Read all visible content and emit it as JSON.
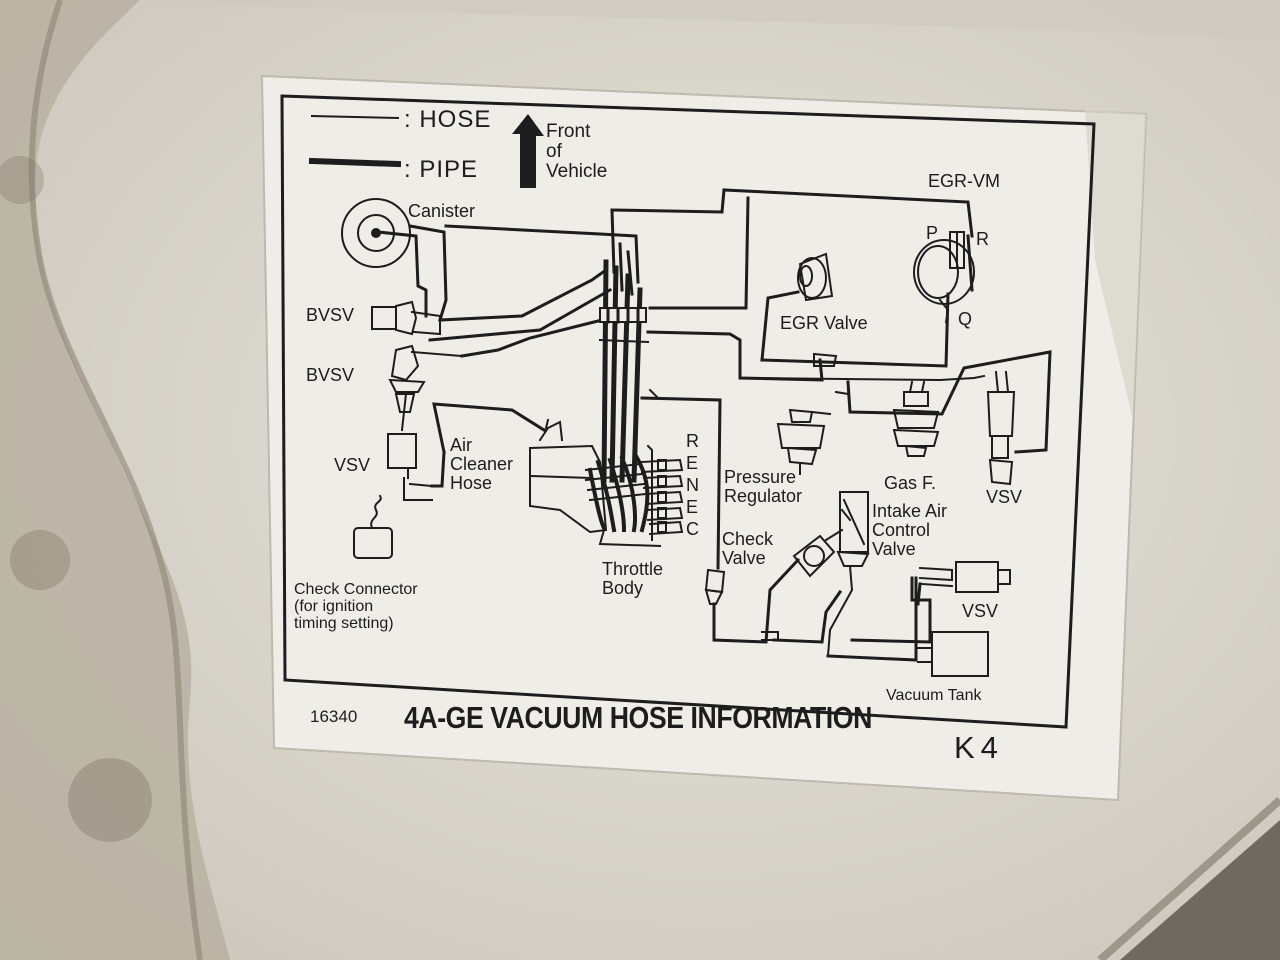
{
  "legend": {
    "hose": ": HOSE",
    "pipe": ": PIPE",
    "front": "Front\nof\nVehicle"
  },
  "components": {
    "canister": "Canister",
    "bvsv_1": "BVSV",
    "bvsv_2": "BVSV",
    "vsv_left": "VSV",
    "air_cleaner_hose": "Air\nCleaner\nHose",
    "check_connector": "Check Connector\n(for ignition\ntiming setting)",
    "throttle_body": "Throttle\nBody",
    "port_r1": "R",
    "port_e1": "E",
    "port_n": "N",
    "port_e2": "E",
    "port_c": "C",
    "egr_vm": "EGR-VM",
    "port_p": "P",
    "port_r2": "R",
    "port_q": "Q",
    "egr_valve": "EGR Valve",
    "pressure_regulator": "Pressure\nRegulator",
    "gas_f": "Gas F.",
    "vsv_right": "VSV",
    "check_valve": "Check\nValve",
    "intake_air_control_valve": "Intake Air\nControl\nValve",
    "vsv_lower": "VSV",
    "vacuum_tank": "Vacuum Tank"
  },
  "footer": {
    "code": "16340",
    "title": "4A-GE VACUUM HOSE INFORMATION",
    "suffix": "K4"
  },
  "colors": {
    "ink": "#1d1d1d",
    "label_paper": "#eeede8",
    "metal": "#d9d6cd"
  }
}
